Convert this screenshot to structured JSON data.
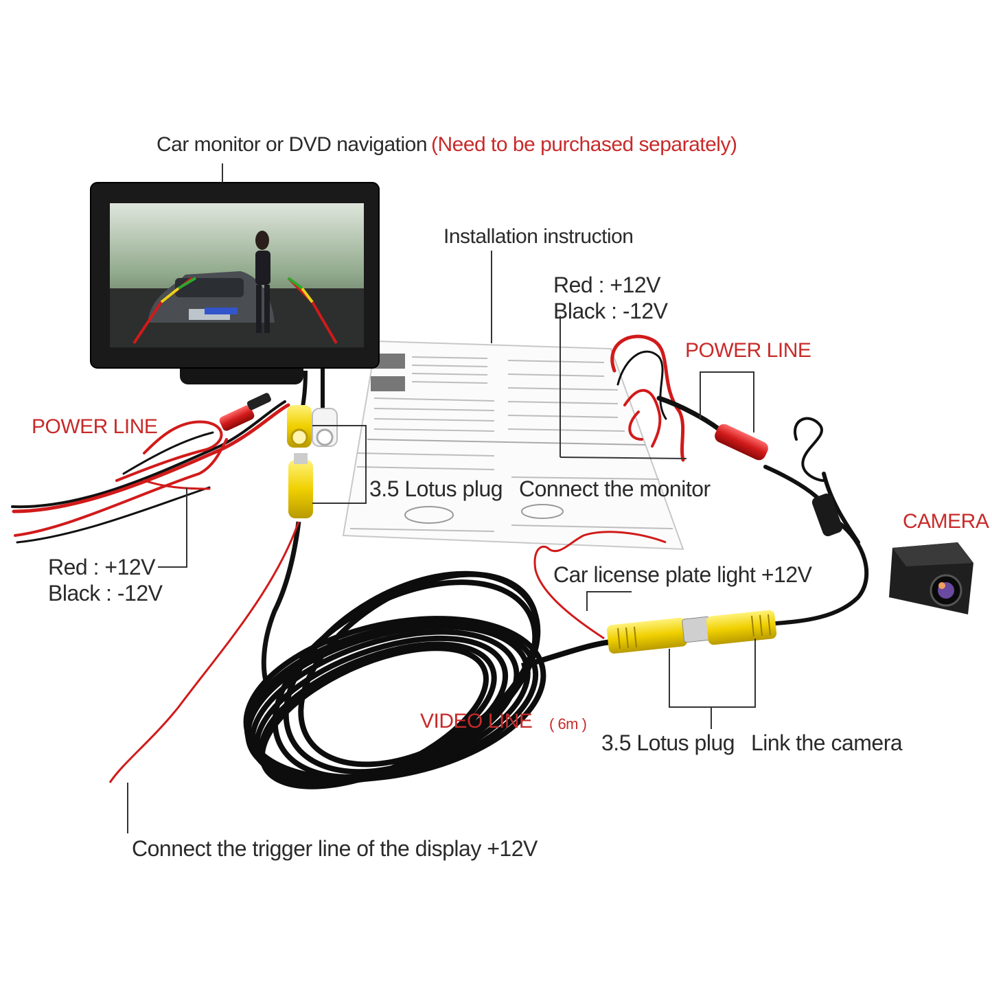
{
  "colors": {
    "label_text": "#2a2a2a",
    "accent_red": "#c82a2a",
    "cable_black": "#111111",
    "wire_red": "#d11a1a",
    "rca_yellow": "#f0d000",
    "rca_white": "#f4f4f4",
    "paper": "#ffffff"
  },
  "labels": {
    "monitor_title": "Car monitor or DVD navigation",
    "monitor_note": "(Need to be purchased separately)",
    "installation": "Installation instruction",
    "top_red": "Red : +12V",
    "top_black": "Black : -12V",
    "power_line_right": "POWER LINE",
    "power_line_left": "POWER LINE",
    "camera": "CAMERA",
    "lotus_plug_top": "3.5 Lotus plug",
    "connect_monitor": "Connect the monitor",
    "left_red": "Red : +12V",
    "left_black": "Black : -12V",
    "plate_light": "Car license plate light +12V",
    "video_line": "VIDEO LINE",
    "video_length": "( 6m )",
    "lotus_plug_bottom": "3.5 Lotus plug",
    "link_camera": "Link the camera",
    "trigger": "Connect the trigger line of the display +12V"
  },
  "icons": {
    "monitor": "car-monitor-icon",
    "camera": "rear-camera-icon",
    "manual": "instruction-sheet-icon"
  }
}
